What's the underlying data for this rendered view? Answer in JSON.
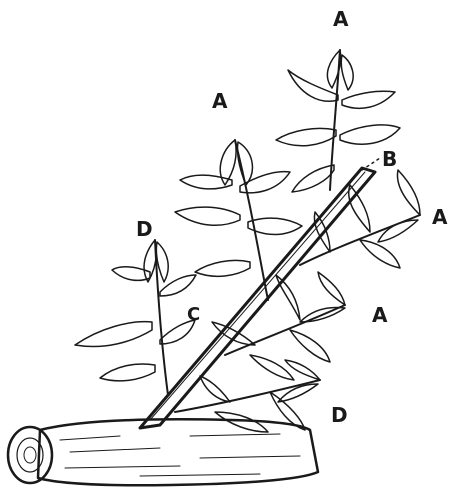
{
  "figure": {
    "labels": {
      "a_top": "A",
      "a_upper_left": "A",
      "b": "B",
      "a_right": "A",
      "c": "C",
      "a_lower_right": "A",
      "d_left": "D",
      "d_bottom": "D"
    },
    "ink_color": "#1a1a1a",
    "paper_color": "#ffffff"
  }
}
